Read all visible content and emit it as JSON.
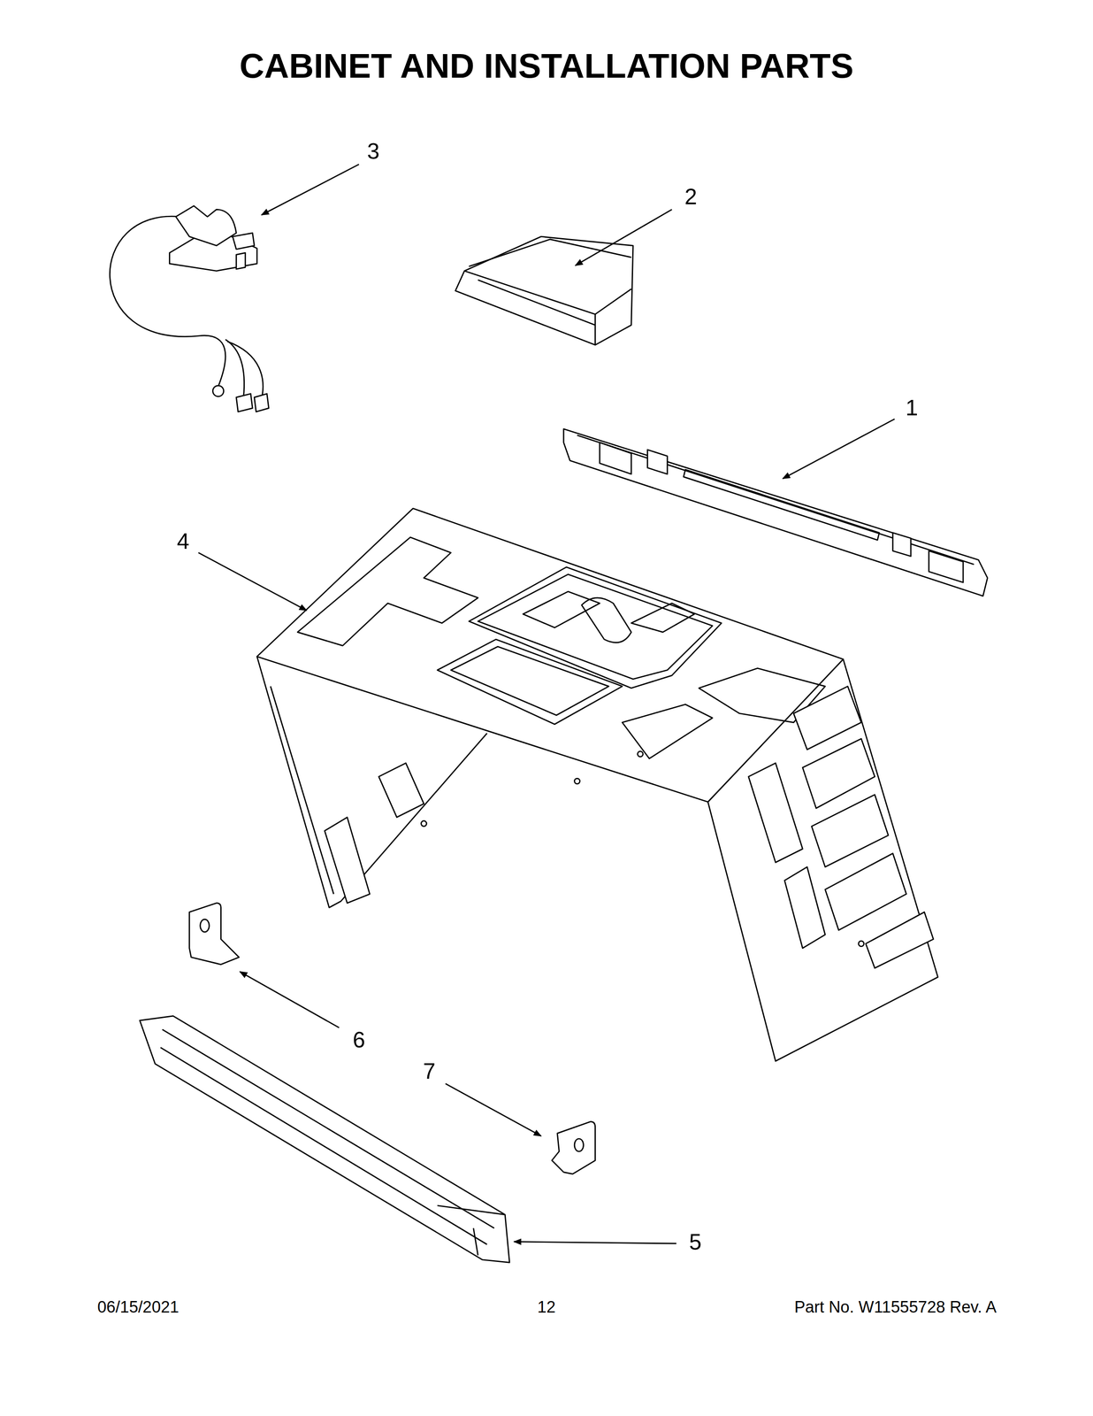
{
  "diagram": {
    "title": "CABINET AND INSTALLATION PARTS",
    "labels": [
      "3",
      "2",
      "1",
      "4",
      "6",
      "7",
      "5",
      "06/15/2021",
      "12",
      "Part No. W11555728 Rev. A"
    ]
  }
}
